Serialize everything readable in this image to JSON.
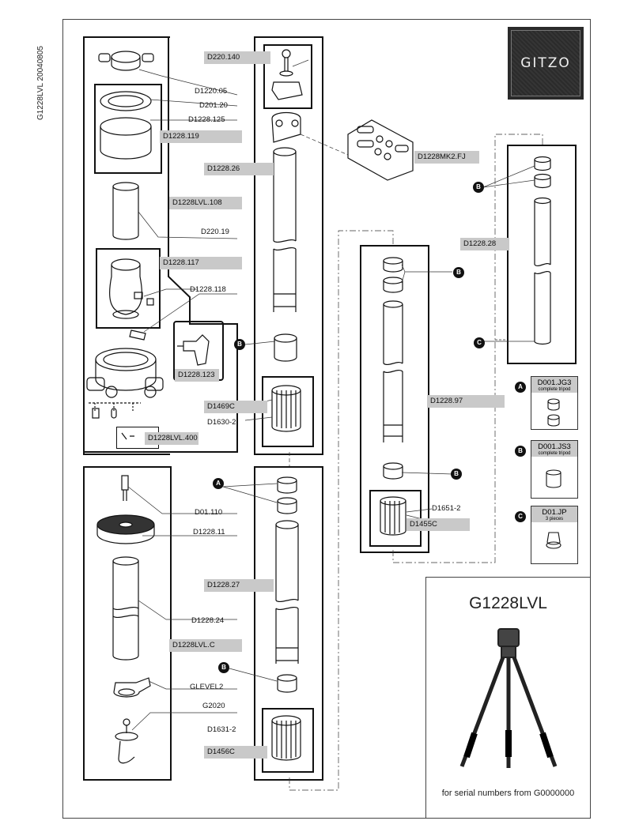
{
  "document_code": "G1228LVL 20040805",
  "brand": "GITZO",
  "model": "G1228LVL",
  "serial_note": "for serial numbers from G0000000",
  "parts": {
    "d1220_05": "D1220.05",
    "d201_20": "D201.20",
    "d1228_125": "D1228.125",
    "d1228_119": "D1228.119",
    "d1228lvl_108": "D1228LVL.108",
    "d220_19": "D220.19",
    "d1228_117": "D1228.117",
    "d1228_118": "D1228.118",
    "d1228_123": "D1228.123",
    "d1228lvl_400": "D1228LVL.400",
    "d220_140": "D220.140",
    "d1228_26": "D1228.26",
    "d1469c": "D1469C",
    "d1630_2": "D1630-2",
    "d1228mk2_fj": "D1228MK2.FJ",
    "d1228_28": "D1228.28",
    "d1228_97": "D1228.97",
    "d1651_2": "D1651-2",
    "d1455c": "D1455C",
    "d01_110": "D01.110",
    "d1228_11": "D1228.11",
    "d1228_24": "D1228.24",
    "d1228lvl_c": "D1228LVL.C",
    "glevel2": "GLEVEL2",
    "g2020": "G2020",
    "d1228_27": "D1228.27",
    "d1631_2": "D1631-2",
    "d1456c": "D1456C"
  },
  "badges": {
    "a": "A",
    "b": "B",
    "c": "C"
  },
  "kits": {
    "a": {
      "code": "D001.JG3",
      "sub": "complete tripod"
    },
    "b": {
      "code": "D001.JS3",
      "sub": "complete tripod"
    },
    "c": {
      "code": "D01.JP",
      "sub": "3 pieces"
    }
  }
}
